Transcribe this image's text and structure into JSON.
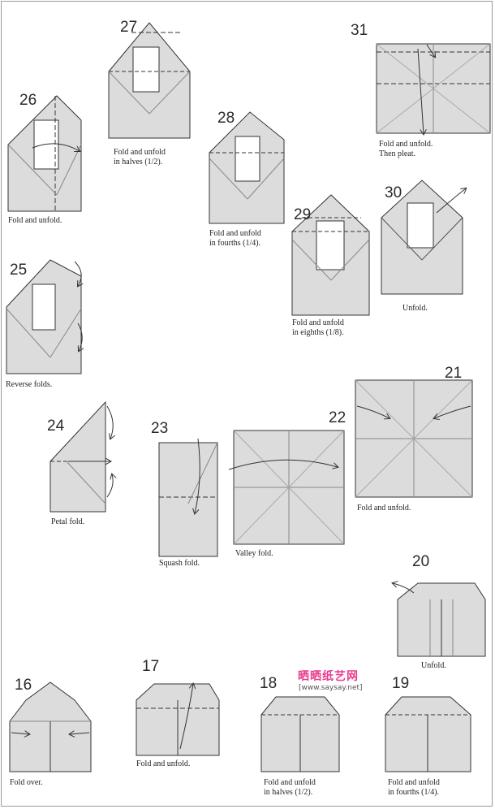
{
  "steps": {
    "s16": {
      "num": "16",
      "caption": "Fold over."
    },
    "s17": {
      "num": "17",
      "caption": "Fold and unfold."
    },
    "s18": {
      "num": "18",
      "caption": "Fold and unfold\nin halves (1/2)."
    },
    "s19": {
      "num": "19",
      "caption": "Fold and unfold\nin fourths (1/4)."
    },
    "s20": {
      "num": "20",
      "caption": "Unfold."
    },
    "s21": {
      "num": "21",
      "caption": "Fold and unfold."
    },
    "s22": {
      "num": "22",
      "caption": "Valley fold."
    },
    "s23": {
      "num": "23",
      "caption": "Squash fold."
    },
    "s24": {
      "num": "24",
      "caption": "Petal fold."
    },
    "s25": {
      "num": "25",
      "caption": "Reverse folds."
    },
    "s26": {
      "num": "26",
      "caption": "Fold and unfold."
    },
    "s27": {
      "num": "27",
      "caption": "Fold and unfold\nin halves (1/2)."
    },
    "s28": {
      "num": "28",
      "caption": "Fold and unfold\nin fourths (1/4)."
    },
    "s29": {
      "num": "29",
      "caption": "Fold and unfold\nin eighths (1/8)."
    },
    "s30": {
      "num": "30",
      "caption": "Unfold."
    },
    "s31": {
      "num": "31",
      "caption": "Fold and unfold.\nThen pleat."
    }
  },
  "watermark": {
    "text": "晒晒纸艺网",
    "url": "[www.saysay.net]"
  },
  "colors": {
    "paper": "#dcdcdc",
    "white": "#ffffff",
    "line": "#333333",
    "crease": "#9a9a9a",
    "accent": "#e83a8c"
  }
}
